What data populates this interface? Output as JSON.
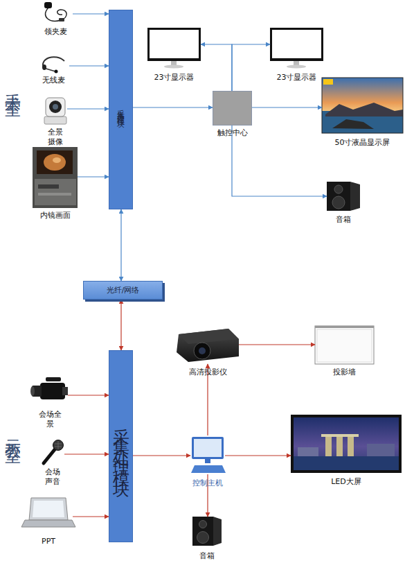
{
  "diagram": {
    "nodes": [
      {
        "text": [
          "领夹麦"
        ]
      },
      {
        "text": [
          "无线麦"
        ]
      },
      {
        "text": [
          "全景摄像"
        ]
      },
      {
        "text": [
          "内镜画面"
        ]
      },
      {
        "text": [
          "采集处理模块"
        ]
      },
      {
        "text": [
          "23寸显示器"
        ]
      },
      {
        "text": [
          "23寸显示器"
        ]
      },
      {
        "text": [
          "触控中心"
        ]
      },
      {
        "text": [
          "50寸液晶显示屏"
        ]
      },
      {
        "text": [
          "音箱"
        ]
      },
      {
        "text": [
          "光纤/网络"
        ]
      },
      {
        "text": [
          "会场全景"
        ]
      },
      {
        "text": [
          "会场声音"
        ]
      },
      {
        "text": [
          "PPT"
        ]
      },
      {
        "text": [
          "采集处理模块"
        ]
      },
      {
        "text": [
          "高清投影仪"
        ]
      },
      {
        "text": [
          "投影墙"
        ]
      },
      {
        "text": [
          "控制主机"
        ]
      },
      {
        "text": [
          "LED大屏"
        ]
      },
      {
        "text": [
          "音箱"
        ]
      }
    ],
    "edges": [
      {
        "from": 0,
        "to": 4,
        "arrow": "to"
      },
      {
        "from": 1,
        "to": 4,
        "arrow": "to"
      },
      {
        "from": 2,
        "to": 4,
        "arrow": "to"
      },
      {
        "from": 3,
        "to": 4,
        "arrow": "to"
      },
      {
        "from": 4,
        "to": 7,
        "arrow": "to"
      },
      {
        "from": 7,
        "to": 5,
        "arrow": "to"
      },
      {
        "from": 7,
        "to": 6,
        "arrow": "to"
      },
      {
        "from": 7,
        "to": 8,
        "arrow": "to"
      },
      {
        "from": 7,
        "to": 9,
        "arrow": "to"
      },
      {
        "from": 4,
        "to": 10,
        "arrow": "both"
      },
      {
        "from": 10,
        "to": 14,
        "arrow": "both"
      },
      {
        "from": 11,
        "to": 14,
        "arrow": "to"
      },
      {
        "from": 12,
        "to": 14,
        "arrow": "to"
      },
      {
        "from": 13,
        "to": 14,
        "arrow": "to"
      },
      {
        "from": 14,
        "to": 17,
        "arrow": "to"
      },
      {
        "from": 17,
        "to": 15,
        "arrow": "to"
      },
      {
        "from": 15,
        "to": 16,
        "arrow": "to"
      },
      {
        "from": 17,
        "to": 18,
        "arrow": "to"
      },
      {
        "from": 17,
        "to": 19,
        "arrow": "to"
      }
    ],
    "labels": [
      "手术室",
      "示教室"
    ]
  }
}
